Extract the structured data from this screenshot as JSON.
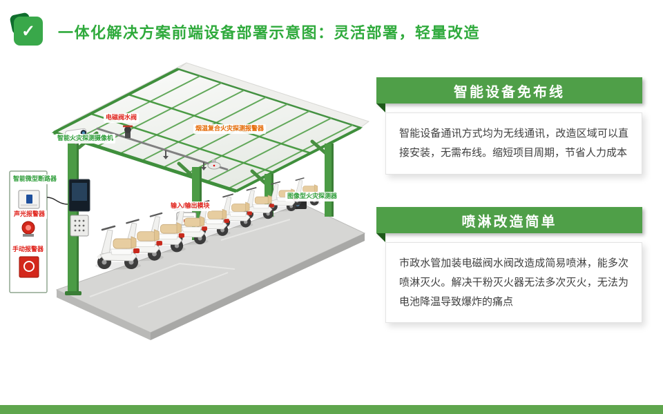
{
  "slide": {
    "title": "一体化解决方案前端设备部署示意图：灵活部署，轻量改造"
  },
  "icons": {
    "check": "✓"
  },
  "diagram": {
    "labels": {
      "valve": "电磁阀水阀",
      "camera": "智能火灾探测摄像机",
      "smoke": "烟温复合火灾探测报警器",
      "io": "输入/输出模块",
      "image_detector": "图像型火灾探测器",
      "breaker": "智能微型断路器",
      "sound_alarm": "声光报警器",
      "manual_alarm": "手动报警器"
    }
  },
  "panels": [
    {
      "title": "智能设备免布线",
      "body": "智能设备通讯方式均为无线通讯，改造区域可以直接安装，无需布线。缩短项目周期，节省人力成本"
    },
    {
      "title": "喷淋改造简单",
      "body": "市政水管加装电磁阀水阀改造成简易喷淋，能多次喷淋灭火。解决干粉灭火器无法多次灭火，无法为电池降温导致爆炸的痛点"
    }
  ],
  "colors": {
    "title_green": "#2faa3c",
    "panel_header_green": "#4f9f48",
    "panel_fold_green": "#1e5a1a",
    "bottom_bar_green": "#5fa64d",
    "structure_green": "#4b9b45",
    "label_red": "#e0231c",
    "label_green": "#2f9e3a",
    "label_orange": "#e56700",
    "platform_gray": "#d6d6d4",
    "alarm_red": "#d3271b",
    "seat_beige": "#e7cda0"
  }
}
